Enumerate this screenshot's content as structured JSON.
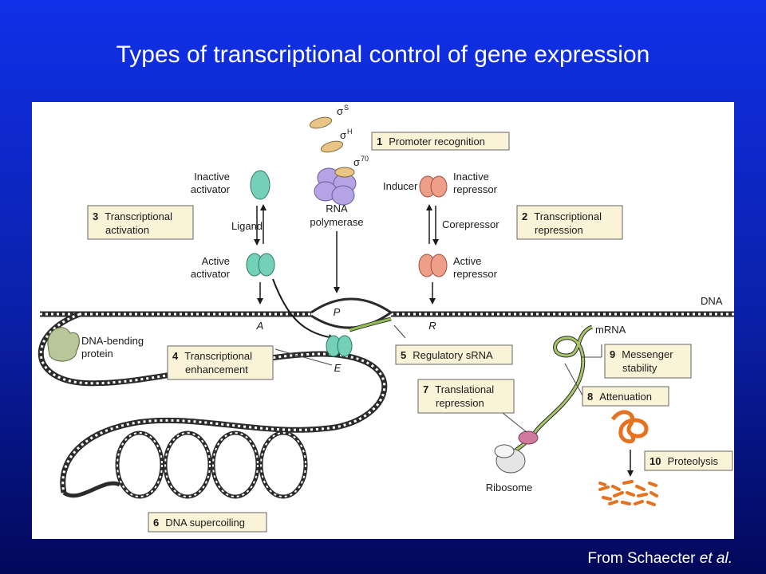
{
  "slide": {
    "title": "Types of transcriptional control of gene expression",
    "credit_prefix": "From Schaecter ",
    "credit_italic": "et al."
  },
  "colors": {
    "background_top": "#1030e8",
    "background_bottom": "#02085a",
    "box_fill": "#fbf3d8",
    "box_stroke": "#666666",
    "activator": "#74d1b8",
    "repressor": "#ef9f88",
    "sigma": "#e8c585",
    "rna_polymerase": "#b5a4e3",
    "dna_bending_protein": "#b7c79a",
    "srna": "#8fbf55",
    "mrna": "#a9c66b",
    "proteolysis": "#e6711f"
  },
  "diagram": {
    "sigma_s": "σ",
    "sigma_s_sup": "S",
    "sigma_h": "σ",
    "sigma_h_sup": "H",
    "sigma_70": "σ",
    "sigma_70_sup": "70",
    "inactive_activator": [
      "Inactive",
      "activator"
    ],
    "ligand": "Ligand",
    "active_activator": [
      "Active",
      "activator"
    ],
    "rna_polymerase": [
      "RNA",
      "polymerase"
    ],
    "inducer": "Inducer",
    "inactive_repressor": [
      "Inactive",
      "repressor"
    ],
    "corepressor": "Corepressor",
    "active_repressor": [
      "Active",
      "repressor"
    ],
    "dna": "DNA",
    "site_a": "A",
    "site_p": "P",
    "site_r": "R",
    "site_e": "E",
    "dna_bending_protein": [
      "DNA-bending",
      "protein"
    ],
    "mrna": "mRNA",
    "ribosome": "Ribosome"
  },
  "boxes": [
    {
      "num": "1",
      "lines": [
        "Promoter recognition"
      ]
    },
    {
      "num": "2",
      "lines": [
        "Transcriptional",
        "repression"
      ]
    },
    {
      "num": "3",
      "lines": [
        "Transcriptional",
        "activation"
      ]
    },
    {
      "num": "4",
      "lines": [
        "Transcriptional",
        "enhancement"
      ]
    },
    {
      "num": "5",
      "lines": [
        "Regulatory sRNA"
      ]
    },
    {
      "num": "6",
      "lines": [
        "DNA supercoiling"
      ]
    },
    {
      "num": "7",
      "lines": [
        "Translational",
        "repression"
      ]
    },
    {
      "num": "8",
      "lines": [
        "Attenuation"
      ]
    },
    {
      "num": "9",
      "lines": [
        "Messenger",
        "stability"
      ]
    },
    {
      "num": "10",
      "lines": [
        "Proteolysis"
      ]
    }
  ]
}
